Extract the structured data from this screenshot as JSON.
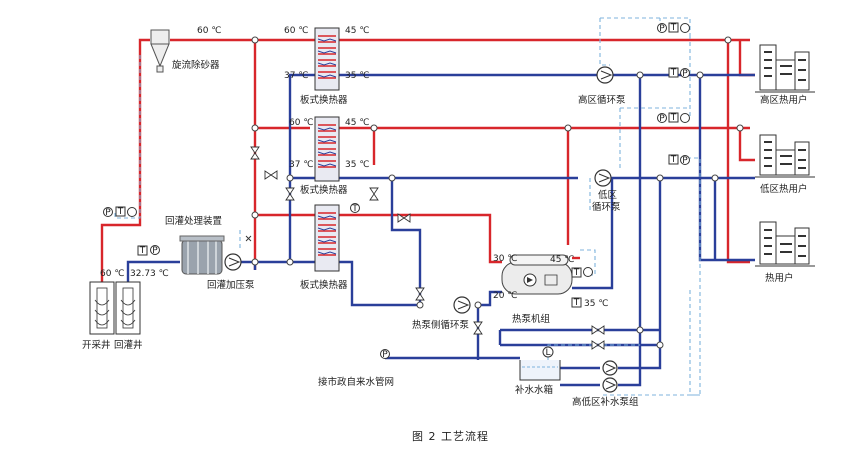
{
  "labels": {
    "cyclone_separator": "旋流除砂器",
    "hx_top": "板式换热器",
    "hx_mid": "板式换热器",
    "hx_bottom": "板式换热器",
    "reinjection_device": "回灌处理装置",
    "reinjection_pump": "回灌加压泵",
    "high_pump": "高区循环泵",
    "low_pump_line1": "低区",
    "low_pump_line2": "循环泵",
    "hp_side_pump": "热泵侧循环泵",
    "heat_pump_unit": "热泵机组",
    "makeup_tank": "补水水箱",
    "makeup_pumps": "高低区补水泵组",
    "city_water": "接市政自来水管网",
    "production_well": "开采井",
    "reinjection_well": "回灌井",
    "high_user": "高区热用户",
    "low_user": "低区热用户",
    "user": "热用户"
  },
  "temps": {
    "t_top_left": "60 ℃",
    "t_hx1_in": "60 ℃",
    "t_hx1_out": "45 ℃",
    "t_hx1_ret_l": "37 ℃",
    "t_hx1_ret_r": "35 ℃",
    "t_hx2_in": "60 ℃",
    "t_hx2_out": "45 ℃",
    "t_hx2_ret_l": "37 ℃",
    "t_hx2_ret_r": "35 ℃",
    "t_well": "60 ℃",
    "t_reinj": "32.73 ℃",
    "t_hp_in": "30 ℃",
    "t_hp_out": "20 ℃",
    "t_hp_hot": "45 ℃",
    "t_hp_ret": "35 ℃"
  },
  "instruments": {
    "p": "P",
    "t": "T",
    "l": "L"
  },
  "caption": "图 2    工艺流程"
}
